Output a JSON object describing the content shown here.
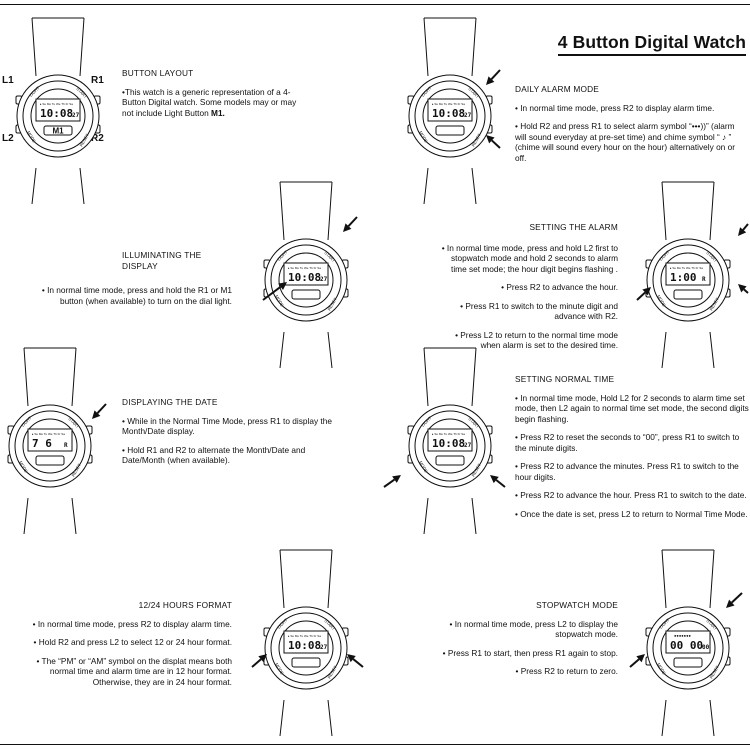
{
  "title": "4 Button Digital Watch",
  "bezel": {
    "light": "LIGHT",
    "mode": "MODE",
    "start": "START",
    "reset": "RESET"
  },
  "watch_labels": {
    "l1": "L1",
    "r1": "R1",
    "l2": "L2",
    "r2": "R2",
    "m1": "M1"
  },
  "days_row": "Su Mo Tu We Th Fr Sa",
  "displays": {
    "time": "10:08",
    "time_sec": "27",
    "alarm": "1:00",
    "alarm_suffix": "R",
    "date": "7 6",
    "date_suffix": "R",
    "stopwatch": "00 00",
    "stopwatch_sec": "00"
  },
  "sections": {
    "button_layout": {
      "heading": "BUTTON LAYOUT",
      "text_pre": "•This watch is a generic representation of a 4-Button Digital watch. Some models may or may not include Light Button ",
      "text_bold": "M1."
    },
    "illuminating": {
      "heading": "ILLUMINATING THE DISPLAY",
      "items": [
        "• In normal time mode, press and hold the R1 or M1 button (when available) to turn on the dial light."
      ]
    },
    "displaying_date": {
      "heading": "DISPLAYING THE DATE",
      "items": [
        "• While in the Normal Time Mode, press R1 to display the Month/Date display.",
        "• Hold R1 and R2 to alternate the Month/Date and Date/Month (when available)."
      ]
    },
    "hours_format": {
      "heading": "12/24 HOURS FORMAT",
      "items": [
        "• In normal time mode, press R2 to display alarm time.",
        "• Hold R2 and press L2 to select 12 or 24 hour format.",
        "• The “PM” or “AM” symbol on the displat means both normal time and alarm time are in 12 hour format. Otherwise, they are in 24 hour format."
      ]
    },
    "daily_alarm": {
      "heading": "DAILY ALARM MODE",
      "items": [
        "• In normal time mode, press R2 to display alarm time.",
        "• Hold R2 and press R1 to select alarm symbol “•••))” (alarm will sound everyday at pre-set time) and chime symbol “ ♪ ” (chime will sound every hour on the hour) alternatively on or off."
      ]
    },
    "setting_alarm": {
      "heading": "SETTING THE ALARM",
      "items": [
        "• In normal time mode, press and hold L2 first to stopwatch mode and hold 2 seconds to alarm time set mode; the hour digit begins flashing .",
        "• Press R2 to advance the hour.",
        "• Press R1 to switch to the minute digit and advance with R2.",
        "• Press L2 to return to the normal time mode when alarm is set to the desired time."
      ]
    },
    "setting_normal": {
      "heading": "SETTING NORMAL TIME",
      "items": [
        "• In normal time mode, Hold L2 for 2 seconds to alarm time set mode, then L2 again to normal time set mode, the second digits begin flashing.",
        "• Press R2 to reset the seconds to “00”, press R1 to switch to the minute digits.",
        "• Press R2 to advance the minutes.  Press R1 to switch to the hour digits.",
        "• Press R2 to advance the hour.  Press R1 to switch to the date.",
        "• Once the date is set, press L2 to return to Normal Time Mode."
      ]
    },
    "stopwatch": {
      "heading": "STOPWATCH MODE",
      "items": [
        "• In normal time mode, press L2 to display the stopwatch mode.",
        "• Press R1 to start, then press R1 again to stop.",
        "• Press R2 to return to zero."
      ]
    }
  }
}
